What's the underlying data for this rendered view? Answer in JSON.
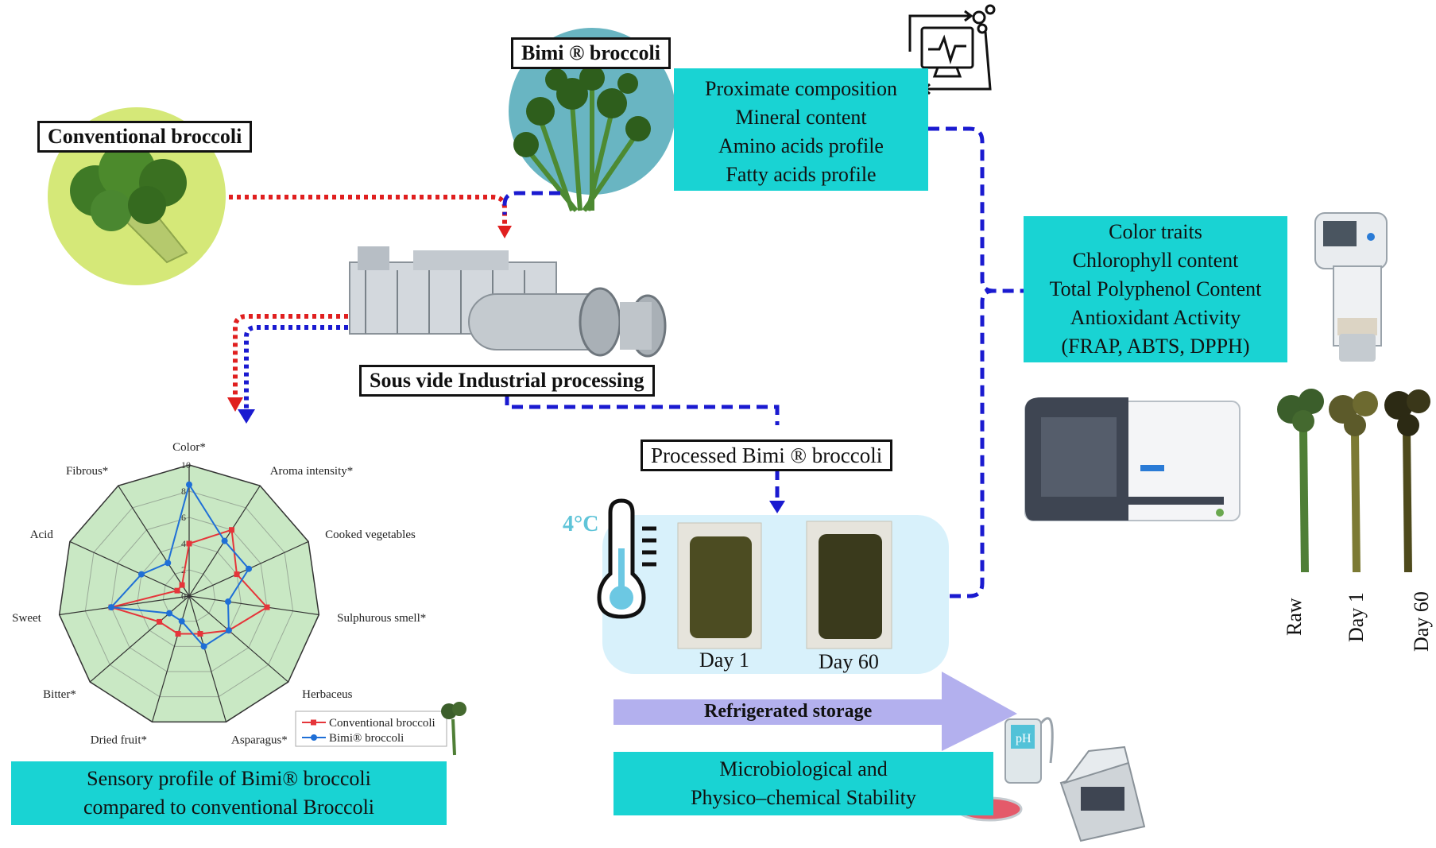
{
  "labels": {
    "conventional": "Conventional  broccoli",
    "bimi": "Bimi ®  broccoli",
    "sous_vide": "Sous vide Industrial  processing",
    "processed": "Processed Bimi ®  broccoli"
  },
  "composition_box": [
    "Proximate composition",
    "Mineral content",
    "Amino acids profile",
    "Fatty acids profile"
  ],
  "quality_box": [
    "Color traits",
    "Chlorophyll content",
    "Total Polyphenol Content",
    "Antioxidant Activity",
    "(FRAP, ABTS, DPPH)"
  ],
  "storage": {
    "temperature": "4°C",
    "day1": "Day 1",
    "day60": "Day 60",
    "arrow_label": "Refrigerated storage"
  },
  "stability_box": [
    "Microbiological and",
    "Physico–chemical Stability"
  ],
  "sensory_box": [
    "Sensory profile of Bimi® broccoli",
    "compared to conventional Broccoli"
  ],
  "stem_labels": [
    "Raw",
    "Day 1",
    "Day 60"
  ],
  "meter_text": "pH",
  "colors": {
    "teal": "#19d3d3",
    "red_series": "#e5353a",
    "blue_series": "#1f6fd6",
    "radar_fill": "#c9e8c4",
    "light_blue_panel": "#d8f1fb",
    "arrow_lavender": "#b3b0ee"
  },
  "chart_data": {
    "type": "radar",
    "axes": [
      "Color*",
      "Aroma intensity*",
      "Cooked vegetables",
      "Sulphurous smell*",
      "Herbaceus",
      "Asparagus*",
      "Dried fruit*",
      "Bitter*",
      "Sweet",
      "Acid",
      "Fibrous*"
    ],
    "rlim": [
      0,
      10
    ],
    "ticks": [
      0,
      2,
      4,
      6,
      8,
      10
    ],
    "legend_position": "bottom-right",
    "series": [
      {
        "name": "Conventional broccoli",
        "color": "#e5353a",
        "values": [
          4,
          6,
          4,
          6,
          4,
          3,
          3,
          3,
          6,
          1,
          1
        ]
      },
      {
        "name": "Bimi® broccoli",
        "color": "#1f6fd6",
        "values": [
          8.5,
          5,
          5,
          3,
          4,
          4,
          2,
          2,
          6,
          4,
          3
        ]
      }
    ]
  }
}
